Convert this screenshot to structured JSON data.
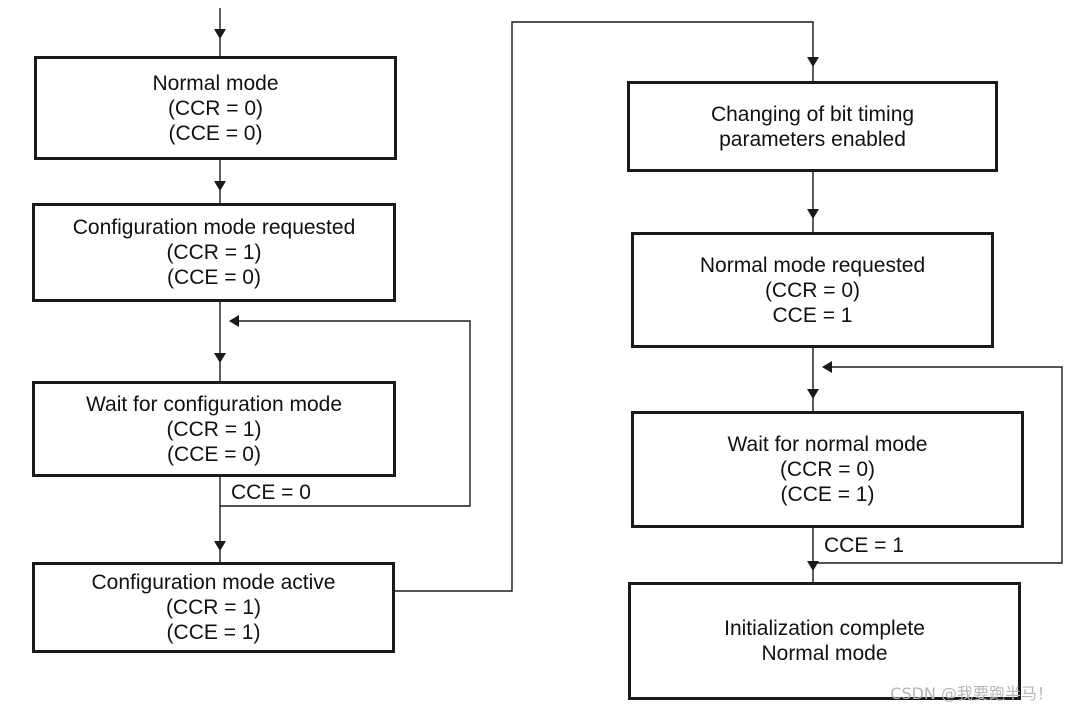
{
  "flowchart": {
    "left_column": [
      {
        "lines": [
          "Normal mode",
          "(CCR = 0)",
          "(CCE = 0)"
        ]
      },
      {
        "lines": [
          "Configuration mode requested",
          "(CCR = 1)",
          "(CCE = 0)"
        ]
      },
      {
        "lines": [
          "Wait for configuration mode",
          "(CCR = 1)",
          "(CCE = 0)"
        ]
      },
      {
        "lines": [
          "Configuration mode active",
          "(CCR = 1)",
          "(CCE = 1)"
        ]
      }
    ],
    "right_column": [
      {
        "lines": [
          "Changing of bit timing",
          "parameters enabled"
        ]
      },
      {
        "lines": [
          "Normal mode requested",
          "(CCR = 0)",
          "CCE = 1"
        ]
      },
      {
        "lines": [
          "Wait for normal mode",
          "(CCR = 0)",
          "(CCE = 1)"
        ]
      },
      {
        "lines": [
          "Initialization complete",
          "Normal mode"
        ]
      }
    ],
    "conditions": {
      "left_loop_exit": "CCE = 0",
      "right_loop_exit": "CCE = 1"
    }
  },
  "watermark": "CSDN @我要跑半马！",
  "colors": {
    "line": "#1a1a1a",
    "box_border": "#1a1a1a",
    "watermark": "#b5b5b5"
  }
}
